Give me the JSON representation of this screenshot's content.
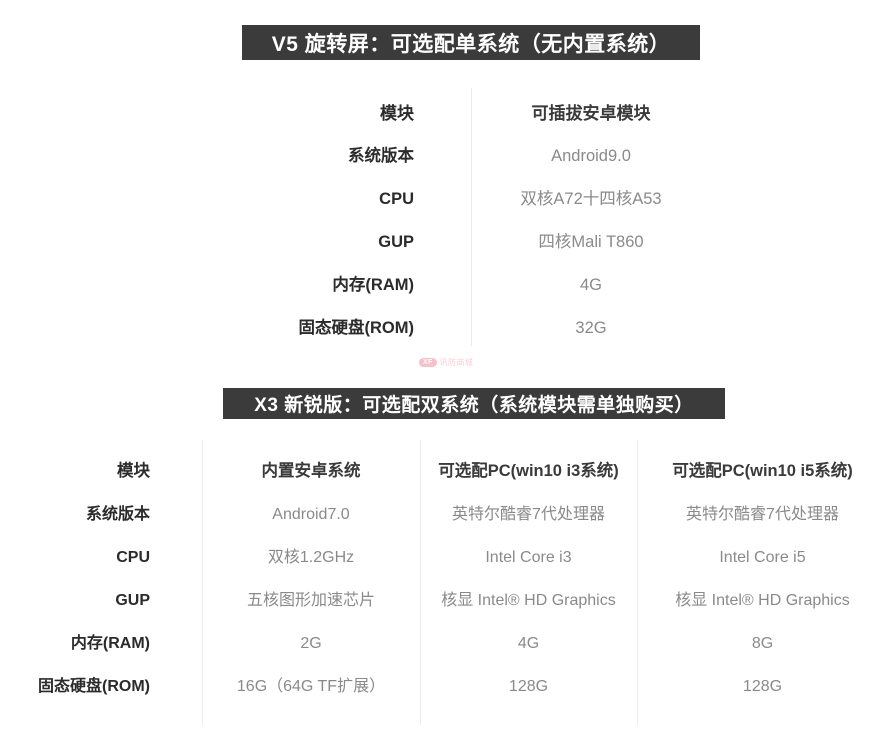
{
  "sections": [
    {
      "id": "v5",
      "banner": "V5 旋转屏：可选配单系统（无内置系统）",
      "columns": [
        "模块",
        "可插拔安卓模块"
      ],
      "rows": [
        {
          "label": "系统版本",
          "values": [
            "Android9.0"
          ]
        },
        {
          "label": "CPU",
          "values": [
            "双核A72十四核A53"
          ]
        },
        {
          "label": "GUP",
          "values": [
            "四核Mali T860"
          ]
        },
        {
          "label": "内存(RAM)",
          "values": [
            "4G"
          ]
        },
        {
          "label": "固态硬盘(ROM)",
          "values": [
            "32G"
          ]
        }
      ]
    },
    {
      "id": "x3",
      "banner": "X3 新锐版：可选配双系统（系统模块需单独购买）",
      "columns": [
        "模块",
        "内置安卓系统",
        "可选配PC(win10 i3系统)",
        "可选配PC(win10 i5系统)"
      ],
      "rows": [
        {
          "label": "系统版本",
          "values": [
            "Android7.0",
            "英特尔酷睿7代处理器",
            "英特尔酷睿7代处理器"
          ]
        },
        {
          "label": "CPU",
          "values": [
            "双核1.2GHz",
            "Intel Core i3",
            "Intel Core i5"
          ]
        },
        {
          "label": "GUP",
          "values": [
            "五核图形加速芯片",
            "核显 Intel® HD Graphics",
            "核显 Intel® HD Graphics"
          ]
        },
        {
          "label": "内存(RAM)",
          "values": [
            "2G",
            "4G",
            "8G"
          ]
        },
        {
          "label": "固态硬盘(ROM)",
          "values": [
            "16G（64G TF扩展）",
            "128G",
            "128G"
          ]
        }
      ]
    }
  ],
  "watermark": {
    "badge": "XF",
    "text": "讯防商城"
  },
  "colors": {
    "banner_bg": "#3b3b3b",
    "banner_text": "#ffffff",
    "label_text": "#2b2b2b",
    "value_text": "#8a8a8a",
    "divider": "#ececec",
    "watermark_badge": "#f06a7e"
  }
}
